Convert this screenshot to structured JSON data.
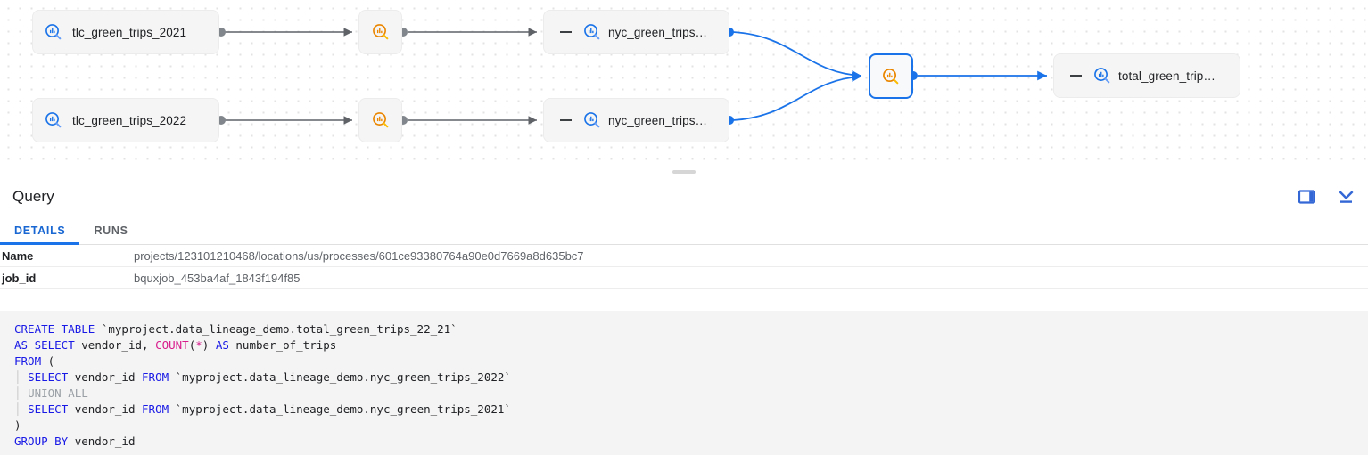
{
  "graph": {
    "nodes": [
      {
        "id": "src-2021",
        "label": "tlc_green_trips_2021",
        "icon": "bigquery-table-icon",
        "kind": "table",
        "selected": false
      },
      {
        "id": "src-2022",
        "label": "tlc_green_trips_2022",
        "icon": "bigquery-table-icon",
        "kind": "table",
        "selected": false
      },
      {
        "id": "proc-2021",
        "label": "",
        "icon": "bigquery-process-icon",
        "kind": "process",
        "selected": false
      },
      {
        "id": "proc-2022",
        "label": "",
        "icon": "bigquery-process-icon",
        "kind": "process",
        "selected": false
      },
      {
        "id": "nyc-2021",
        "label": "nyc_green_trips…",
        "icon": "bigquery-table-icon",
        "kind": "table",
        "selected": false
      },
      {
        "id": "nyc-2022",
        "label": "nyc_green_trips…",
        "icon": "bigquery-table-icon",
        "kind": "table",
        "selected": false
      },
      {
        "id": "proc-union",
        "label": "",
        "icon": "bigquery-process-icon",
        "kind": "process",
        "selected": true
      },
      {
        "id": "total",
        "label": "total_green_trip…",
        "icon": "bigquery-table-icon",
        "kind": "table",
        "selected": false
      }
    ],
    "colors": {
      "edge_gray": "#5f6368",
      "edge_blue": "#1a73e8",
      "node_icon_table": "#1a73e8",
      "node_icon_process": "#ea8600",
      "selected_border": "#1a73e8"
    }
  },
  "panel": {
    "title": "Query",
    "actions": [
      {
        "name": "split-view-icon",
        "label": "Split view"
      },
      {
        "name": "collapse-panel-icon",
        "label": "Collapse panel"
      }
    ],
    "tabs": [
      {
        "label": "DETAILS",
        "active": true
      },
      {
        "label": "RUNS",
        "active": false
      }
    ],
    "details": [
      {
        "key": "Name",
        "value": "projects/123101210468/locations/us/processes/601ce93380764a90e0d7669a8d635bc7"
      },
      {
        "key": "job_id",
        "value": "bquxjob_453ba4af_1843f194f85"
      }
    ]
  },
  "sql": {
    "lines": [
      [
        {
          "t": "CREATE TABLE ",
          "c": "kw"
        },
        {
          "t": "`myproject.data_lineage_demo.total_green_trips_22_21`",
          "c": ""
        }
      ],
      [
        {
          "t": "AS SELECT ",
          "c": "kw"
        },
        {
          "t": "vendor_id, ",
          "c": ""
        },
        {
          "t": "COUNT",
          "c": "fn"
        },
        {
          "t": "(",
          "c": ""
        },
        {
          "t": "*",
          "c": "fn"
        },
        {
          "t": ") ",
          "c": ""
        },
        {
          "t": "AS ",
          "c": "kw"
        },
        {
          "t": "number_of_trips",
          "c": ""
        }
      ],
      [
        {
          "t": "FROM ",
          "c": "kw"
        },
        {
          "t": "(",
          "c": ""
        }
      ],
      [
        {
          "t": "│ ",
          "c": "ind"
        },
        {
          "t": "SELECT ",
          "c": "kw"
        },
        {
          "t": "vendor_id ",
          "c": ""
        },
        {
          "t": "FROM ",
          "c": "kw"
        },
        {
          "t": "`myproject.data_lineage_demo.nyc_green_trips_2022`",
          "c": ""
        }
      ],
      [
        {
          "t": "│ ",
          "c": "ind"
        },
        {
          "t": "UNION ALL",
          "c": "dim"
        }
      ],
      [
        {
          "t": "│ ",
          "c": "ind"
        },
        {
          "t": "SELECT ",
          "c": "kw"
        },
        {
          "t": "vendor_id ",
          "c": ""
        },
        {
          "t": "FROM ",
          "c": "kw"
        },
        {
          "t": "`myproject.data_lineage_demo.nyc_green_trips_2021`",
          "c": ""
        }
      ],
      [
        {
          "t": ")",
          "c": ""
        }
      ],
      [
        {
          "t": "GROUP BY ",
          "c": "kw"
        },
        {
          "t": "vendor_id",
          "c": ""
        }
      ]
    ]
  }
}
